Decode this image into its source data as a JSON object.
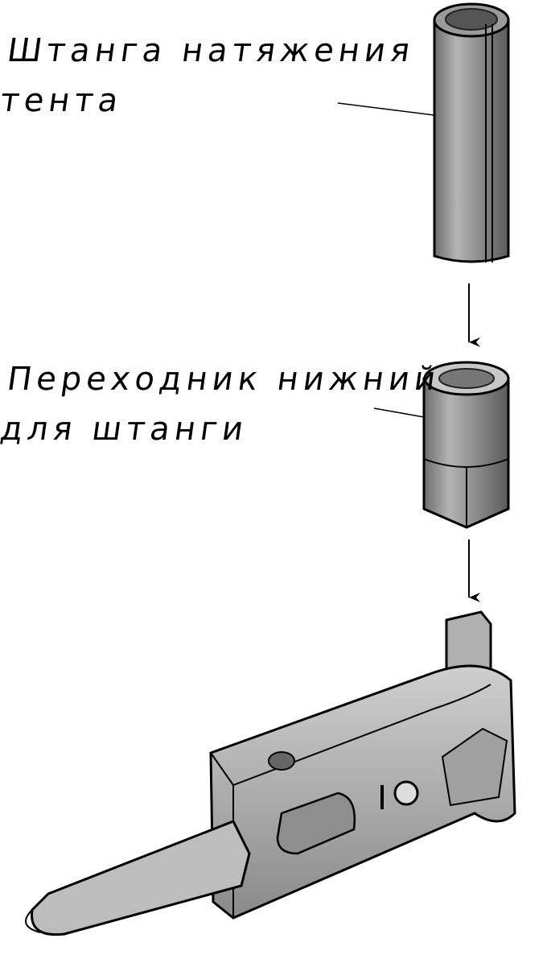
{
  "labels": {
    "rod": {
      "line1": "Штанга натяжения",
      "line2": "тента"
    },
    "adapter": {
      "line1": "Переходник нижний",
      "line2": "для штанги"
    }
  },
  "icons": [
    "tension-rod-part",
    "adapter-part",
    "lever-clamp-part",
    "down-arrow-icon"
  ]
}
